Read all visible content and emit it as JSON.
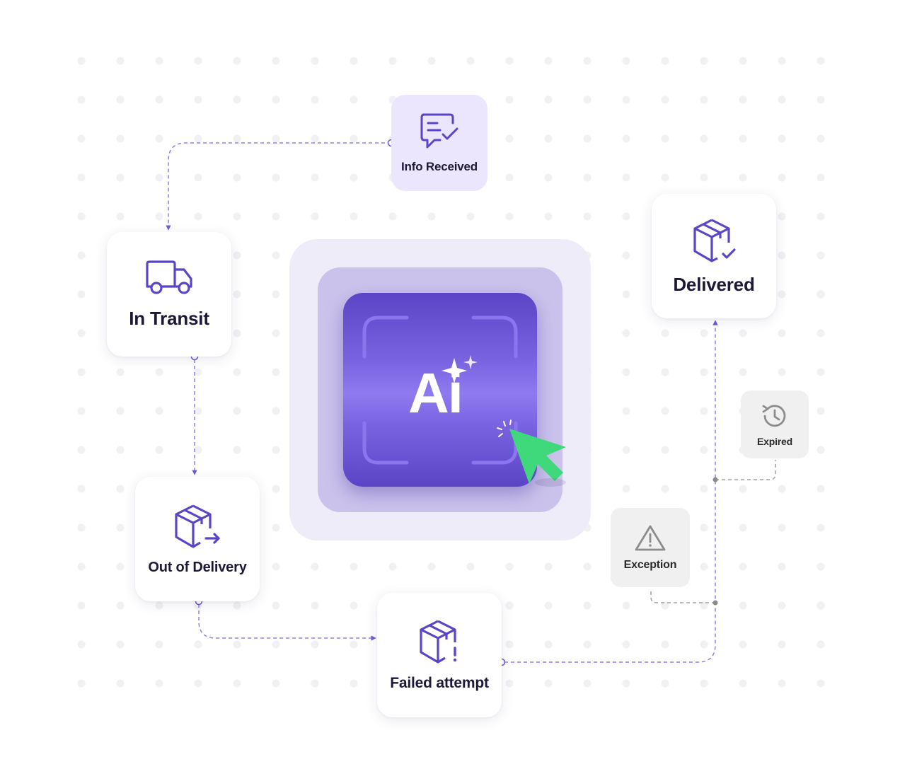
{
  "nodes": {
    "info_received": {
      "label": "Info Received",
      "icon": "message-check-icon"
    },
    "in_transit": {
      "label": "In Transit",
      "icon": "truck-icon"
    },
    "out_for_delivery": {
      "label": "Out of Delivery",
      "icon": "box-arrow-icon"
    },
    "failed_attempt": {
      "label": "Failed attempt",
      "icon": "box-alert-icon"
    },
    "delivered": {
      "label": "Delivered",
      "icon": "box-check-icon"
    },
    "expired": {
      "label": "Expired",
      "icon": "history-icon"
    },
    "exception": {
      "label": "Exception",
      "icon": "warning-icon"
    }
  },
  "center": {
    "text": "Ai",
    "icon": "sparkle-icon",
    "cursor_icon": "cursor-click-icon"
  },
  "colors": {
    "accent": "#5b45c6",
    "connector_purple": "#6f5bd8",
    "connector_gray": "#9a9a9a",
    "cursor_green": "#3fd87a",
    "dot_grid": "#f1f1f4"
  }
}
